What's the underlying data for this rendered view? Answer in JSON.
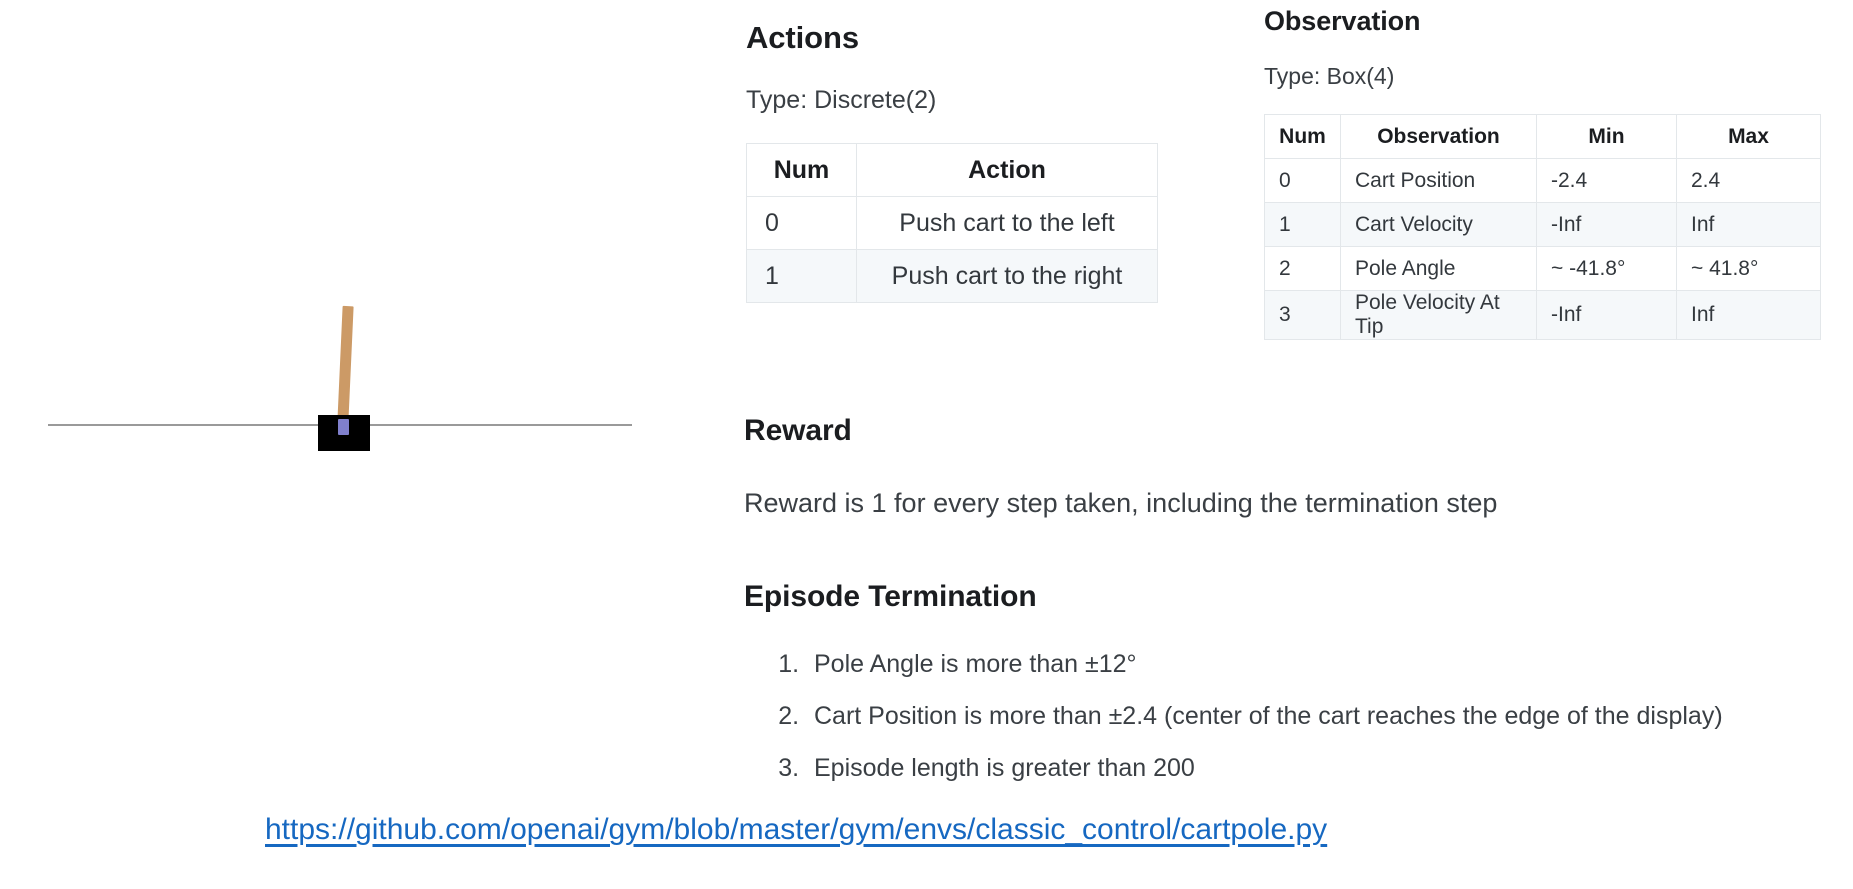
{
  "figure": {
    "name": "cartpole-render",
    "caption_absent": true,
    "colors": {
      "cart": "#000000",
      "pole": "#cc9a66",
      "axle": "#8080cc",
      "track": "#9a9a9a",
      "background": "#ffffff"
    },
    "pole_tilt_degrees": 2.6
  },
  "actions": {
    "heading": "Actions",
    "type_line": "Type: Discrete(2)",
    "table": {
      "headers": [
        "Num",
        "Action"
      ],
      "rows": [
        {
          "num": "0",
          "action": "Push cart to the left"
        },
        {
          "num": "1",
          "action": "Push cart to the right"
        }
      ]
    }
  },
  "observation": {
    "heading": "Observation",
    "type_line": "Type: Box(4)",
    "table": {
      "headers": [
        "Num",
        "Observation",
        "Min",
        "Max"
      ],
      "rows": [
        {
          "num": "0",
          "observation": "Cart Position",
          "min": "-2.4",
          "max": "2.4"
        },
        {
          "num": "1",
          "observation": "Cart Velocity",
          "min": "-Inf",
          "max": "Inf"
        },
        {
          "num": "2",
          "observation": "Pole Angle",
          "min": "~ -41.8°",
          "max": "~ 41.8°"
        },
        {
          "num": "3",
          "observation": "Pole Velocity At Tip",
          "min": "-Inf",
          "max": "Inf"
        }
      ]
    }
  },
  "reward": {
    "heading": "Reward",
    "text": "Reward is 1 for every step taken, including the termination step"
  },
  "termination": {
    "heading": "Episode Termination",
    "items": [
      "Pole Angle is more than ±12°",
      "Cart Position is more than ±2.4 (center of the cart reaches the edge of the display)",
      "Episode length is greater than 200"
    ]
  },
  "footer": {
    "link_text": "https://github.com/openai/gym/blob/master/gym/envs/classic_control/cartpole.py",
    "link_color": "#1668c1"
  }
}
